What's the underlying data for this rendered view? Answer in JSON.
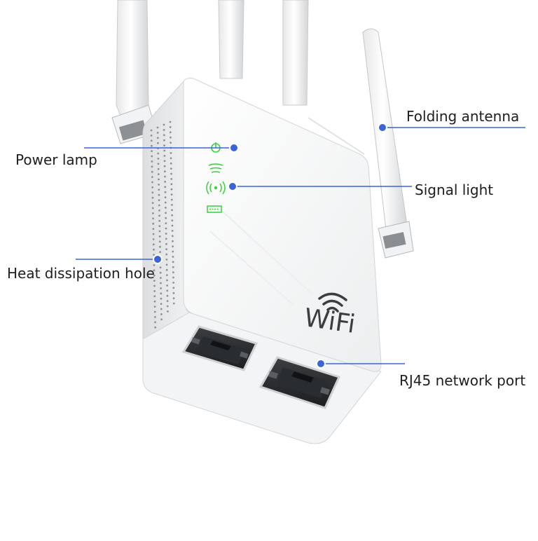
{
  "labels": {
    "folding_antenna": "Folding antenna",
    "power_lamp": "Power lamp",
    "signal_light": "Signal light",
    "heat_dissipation_hole": "Heat dissipation hole",
    "rj45_network_port": "RJ45 network port"
  },
  "device": {
    "logo_text": "WiFi"
  },
  "colors": {
    "callout_line": "#3a64d8",
    "callout_dot": "#3a64d8",
    "led_green": "#38d23a",
    "device_body": "#f4f5f5",
    "background": "#ffffff"
  }
}
